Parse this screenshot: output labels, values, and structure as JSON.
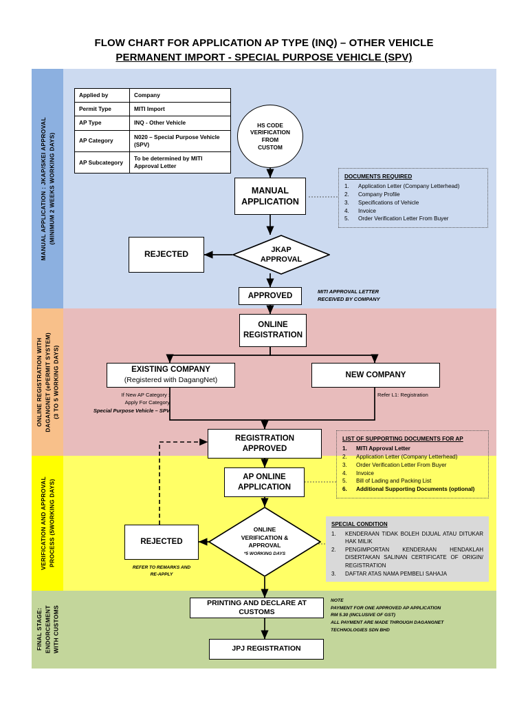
{
  "title": {
    "line1": "FLOW CHART FOR APPLICATION AP TYPE (INQ) – OTHER VEHICLE",
    "line2": "PERMANENT IMPORT - SPECIAL PURPOSE VEHICLE (SPV)"
  },
  "colors": {
    "band_blue_main": "#ccdaf0",
    "band_blue_side": "#8cb0e0",
    "band_pink_main": "#e8bcbc",
    "band_pink_side": "#f8c08a",
    "band_yellow_main": "#ffff66",
    "band_yellow_side": "#ffff00",
    "band_green_main": "#c3d69b",
    "band_green_side": "#c3d69b",
    "panel_grey": "#d9d9d9",
    "node_fill": "#ffffff",
    "line": "#000000"
  },
  "bands": [
    {
      "id": "blue",
      "label": "MANUAL APPLICATION : JKAP/SKEI APPROVAL\n(MINIMUM 2 WEEKS WORKING DAYS)"
    },
    {
      "id": "pink",
      "label": "ONLINE REGISTRATION WITH\nDAGANGNET (ePERMIT SYSTEM)\n(3 TO 5 WORKING DAYS)"
    },
    {
      "id": "yellow",
      "label": "VERIFICATION AND APPROVAL\nPROCESS (5WORKING DAYS)"
    },
    {
      "id": "green",
      "label": "FINAL STAGE:\nENDORCEMENT\nWITH CUSTOMS"
    }
  ],
  "info_table": {
    "rows": [
      {
        "key": "Applied by",
        "value": "Company"
      },
      {
        "key": "Permit Type",
        "value": "MITI Import"
      },
      {
        "key": "AP Type",
        "value": "INQ - Other Vehicle"
      },
      {
        "key": "AP Category",
        "value": "N020 – Special Purpose Vehicle (SPV)"
      },
      {
        "key": "AP Subcategory",
        "value": "To be determined by MITI Approval Letter"
      }
    ]
  },
  "nodes": {
    "hs_code": "HS CODE\nVERIFICATION\nFROM\nCUSTOM",
    "manual_application": "MANUAL\nAPPLICATION",
    "jkap_approval": "JKAP\nAPPROVAL",
    "rejected_top": "REJECTED",
    "approved": "APPROVED",
    "online_registration": "ONLINE\nREGISTRATION",
    "existing_company_l1": "EXISTING COMPANY",
    "existing_company_l2": "(Registered with DagangNet)",
    "new_company": "NEW COMPANY",
    "registration_approved": "REGISTRATION\nAPPROVED",
    "ap_online_application": "AP ONLINE\nAPPLICATION",
    "online_verification_l1": "ONLINE",
    "online_verification_l2": "VERIFICATION &",
    "online_verification_l3": "APPROVAL",
    "online_verification_sub": "*5 WORKING DAYS",
    "rejected_bottom": "REJECTED",
    "printing_declare": "PRINTING AND DECLARE AT CUSTOMS",
    "jpj_registration": "JPJ REGISTRATION"
  },
  "documents_required": {
    "heading": "DOCUMENTS REQUIRED",
    "items": [
      {
        "num": "1.",
        "text": "Application Letter (Company Letterhead)",
        "bold": false
      },
      {
        "num": "2.",
        "text": "Company Profile",
        "bold": false
      },
      {
        "num": "3.",
        "text": "Specifications of Vehicle",
        "bold": false
      },
      {
        "num": "4.",
        "text": "Invoice",
        "bold": false
      },
      {
        "num": "5.",
        "text": "Order Verification Letter From Buyer",
        "bold": false
      }
    ]
  },
  "supporting_documents": {
    "heading": "LIST OF SUPPORTING DOCUMENTS FOR AP",
    "items": [
      {
        "num": "1.",
        "text": "MITI Approval Letter",
        "bold": true
      },
      {
        "num": "2.",
        "text": "Application Letter (Company Letterhead)",
        "bold": false
      },
      {
        "num": "3.",
        "text": "Order Verification Letter From Buyer",
        "bold": false
      },
      {
        "num": "4.",
        "text": "Invoice",
        "bold": false
      },
      {
        "num": "5.",
        "text": "Bill of Lading and Packing List",
        "bold": false
      },
      {
        "num": "6.",
        "text": "Additional Supporting Documents (optional)",
        "bold": true
      }
    ]
  },
  "special_condition": {
    "heading": "SPECIAL CONDITION",
    "items": [
      {
        "num": "1.",
        "text": "KENDERAAN TIDAK BOLEH DIJUAL ATAU DITUKAR HAK MILIK",
        "bold": false
      },
      {
        "num": "2.",
        "text": "PENGIMPORTAN KENDERAAN HENDAKLAH DISERTAKAN SALINAN CERTIFICATE OF ORIGIN/ REGISTRATION",
        "bold": false
      },
      {
        "num": "3.",
        "text": "DAFTAR ATAS NAMA PEMBELI SAHAJA",
        "bold": false
      }
    ]
  },
  "annotations": {
    "miti_letter": "MITI APPROVAL LETTER\nRECEIVED BY COMPANY",
    "existing_company_note_l1": "If New AP Category :",
    "existing_company_note_l2": "Apply For Category",
    "existing_company_note_l3": "Special Purpose Vehicle – SPV",
    "new_company_note": "Refer L1: Registration",
    "rejected_bottom_note": "REFER TO REMARKS AND\nRE-APPLY",
    "payment_note": "NOTE\nPAYMENT FOR ONE APPROVED AP APPLICATION\nRM 5.30 (INCLUSIVE OF GST)\nALL PAYMENT ARE MADE THROUGH DAGANGNET\nTECHNOLOGIES SDN BHD"
  }
}
